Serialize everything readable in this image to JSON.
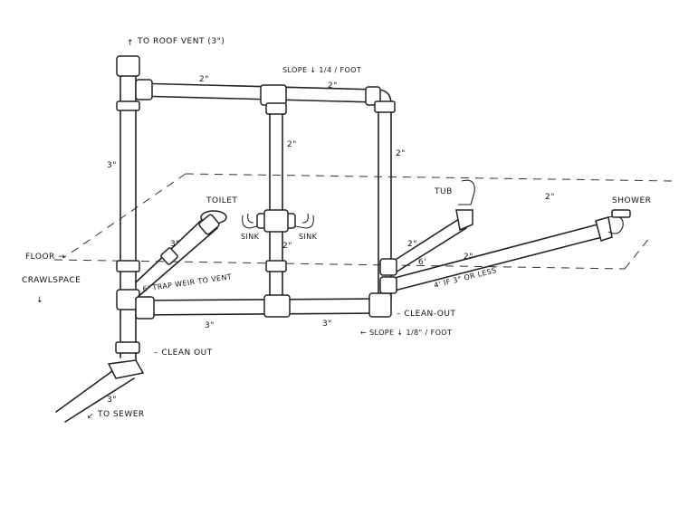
{
  "labels": {
    "roof_vent": "TO ROOF VENT (3\")",
    "slope_top": "SLOPE ↓ 1/4 / FOOT",
    "top_2a": "2\"",
    "top_2b": "2\"",
    "stack_3": "3\"",
    "mid_2": "2\"",
    "right_2": "2\"",
    "toilet": "TOILET",
    "sink_left": "SINK",
    "sink_right": "SINK",
    "sink_2": "2\"",
    "tub": "TUB",
    "shower": "SHOWER",
    "shower_2": "2\"",
    "toilet_3": "3\"",
    "tub_2": "2\"",
    "tub_6": "6'",
    "shower_2b": "2\"",
    "floor": "FLOOR →",
    "crawlspace": "CRAWLSPACE",
    "trap_weir": "6' TRAP WEIR TO VENT",
    "four_ft": "4' IF 3\" OR LESS",
    "bottom_3a": "3\"",
    "bottom_3b": "3\"",
    "clean_out_right": "– CLEAN-OUT",
    "slope_bottom": "← SLOPE ↓ 1/8\" / FOOT",
    "clean_out_left": "– CLEAN OUT",
    "sewer_3": "3\"",
    "to_sewer": "TO SEWER"
  }
}
